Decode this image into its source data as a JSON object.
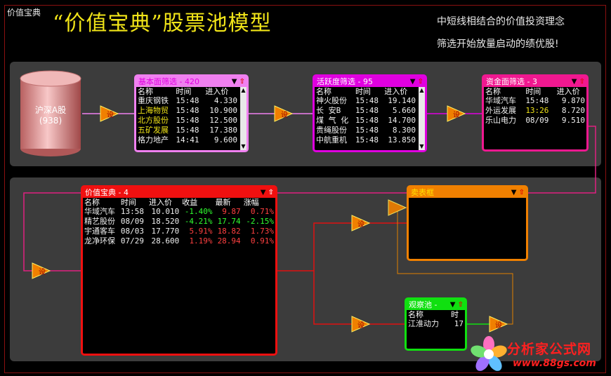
{
  "app": {
    "tab_label": "价值宝典"
  },
  "title": "“价值宝典”股票池模型",
  "slogan": {
    "line1": "中短线相结合的价值投资理念",
    "line2": "筛选开始放量启动的绩优股!"
  },
  "source": {
    "label": "沪深A股",
    "count": "(938)"
  },
  "gate_glyph": "设",
  "colors": {
    "pink": "#f080f0",
    "magenta": "#e000e0",
    "hotpink": "#f01890",
    "red": "#f01010",
    "orange": "#f08000",
    "green": "#10e010",
    "gate": "#f08000",
    "band": "#3c3c3c"
  },
  "panels": {
    "fundamental": {
      "title": "基本面筛选 - 420",
      "columns": [
        "名称",
        "时间",
        "进入价"
      ],
      "rows": [
        {
          "name": "重庆钢铁",
          "time": "15:48",
          "price": "4.330"
        },
        {
          "name": "上海物贸",
          "time": "15:48",
          "price": "10.900"
        },
        {
          "name": "北方股份",
          "time": "15:48",
          "price": "12.500"
        },
        {
          "name": "五矿发展",
          "time": "15:48",
          "price": "17.380"
        },
        {
          "name": "格力地产",
          "time": "14:41",
          "price": "9.600"
        }
      ]
    },
    "activity": {
      "title": "活跃度筛选 - 95",
      "columns": [
        "名称",
        "时间",
        "进入价"
      ],
      "rows": [
        {
          "name": "神火股份",
          "time": "15:48",
          "price": "19.140"
        },
        {
          "name": "长  安B",
          "time": "15:48",
          "price": "5.660"
        },
        {
          "name": "煤 气 化",
          "time": "15:48",
          "price": "14.700"
        },
        {
          "name": "贵绳股份",
          "time": "15:48",
          "price": "8.300"
        },
        {
          "name": "中航重机",
          "time": "15:48",
          "price": "13.850"
        }
      ]
    },
    "capital": {
      "title": "资金面筛选 - 3",
      "columns": [
        "名称",
        "时间",
        "进入价"
      ],
      "rows": [
        {
          "name": "华域汽车",
          "time": "15:48",
          "price": "9.870"
        },
        {
          "name": "外运发展",
          "time": "13:26",
          "price": "8.720"
        },
        {
          "name": "乐山电力",
          "time": "08/09",
          "price": "9.510"
        }
      ]
    },
    "value": {
      "title": "价值宝典 - 4",
      "columns": [
        "名称",
        "时间",
        "进入价",
        "收益",
        "最新",
        "涨幅"
      ],
      "rows": [
        {
          "name": "华域汽车",
          "time": "13:58",
          "price": "10.010",
          "gain": "-1.40%",
          "latest": "9.87",
          "change": "0.71%"
        },
        {
          "name": "精艺股份",
          "time": "08/09",
          "price": "18.520",
          "gain": "-4.21%",
          "latest": "17.74",
          "change": "-2.15%"
        },
        {
          "name": "宇通客车",
          "time": "08/03",
          "price": "17.770",
          "gain": "5.91%",
          "latest": "18.82",
          "change": "1.73%"
        },
        {
          "name": "龙净环保",
          "time": "07/29",
          "price": "28.600",
          "gain": "1.19%",
          "latest": "28.94",
          "change": "0.91%"
        }
      ]
    },
    "sell": {
      "title": "卖表框"
    },
    "watch": {
      "title": "观察池 -",
      "columns": [
        "名称",
        "时"
      ],
      "rows": [
        {
          "name": "江淮动力",
          "time": "17"
        }
      ]
    }
  },
  "icons": {
    "filter": "filter-icon",
    "up": "up-arrow-icon"
  },
  "brand": {
    "name": "分析家公式网",
    "url": "www.88gs.com"
  }
}
